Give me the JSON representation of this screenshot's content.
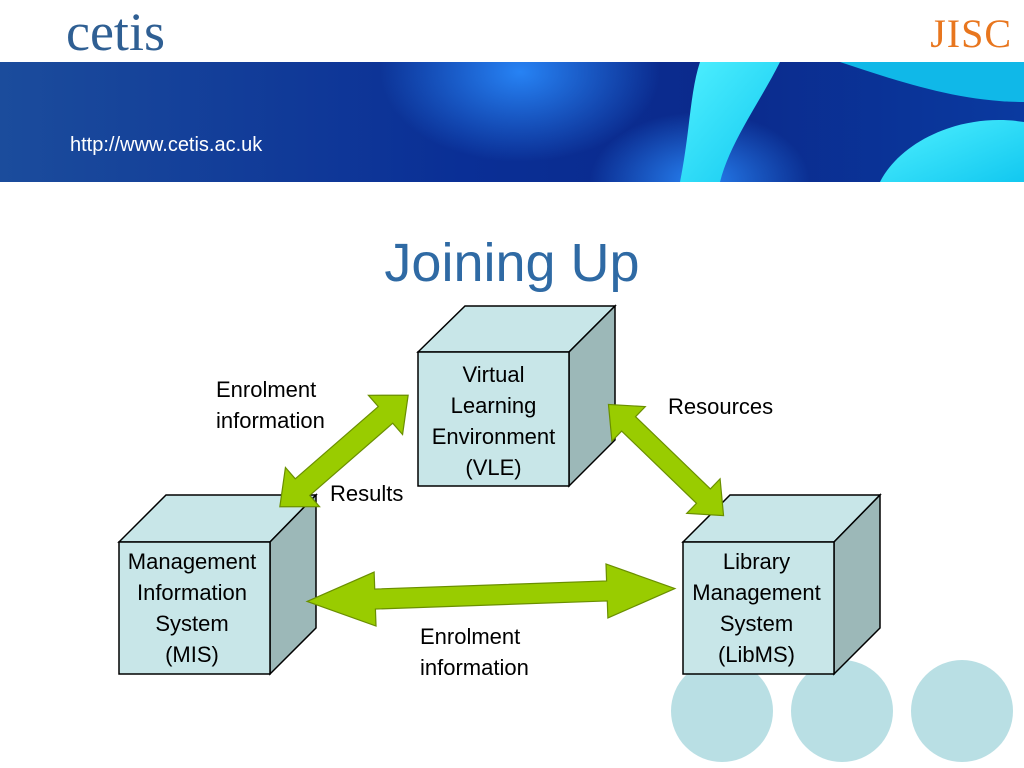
{
  "header": {
    "logo_text": "cetis",
    "url": "http://www.cetis.ac.uk",
    "jisc_logo": "JISC"
  },
  "title": "Joining Up",
  "boxes": {
    "vle": [
      "Virtual",
      "Learning",
      "Environment",
      "(VLE)"
    ],
    "mis": [
      "Management",
      "Information",
      "System",
      "(MIS)"
    ],
    "libms": [
      "Library",
      "Management",
      "System",
      "(LibMS)"
    ]
  },
  "labels": {
    "enrolment_top": [
      "Enrolment",
      "information"
    ],
    "results": "Results",
    "resources": "Resources",
    "enrolment_bottom": [
      "Enrolment",
      "information"
    ]
  },
  "colors": {
    "title": "#2f6aa4",
    "cube_front": "#c8e6e8",
    "cube_side": "#9cb8b8",
    "arrow": "#99cc00",
    "circles": "#b9dfe4"
  }
}
